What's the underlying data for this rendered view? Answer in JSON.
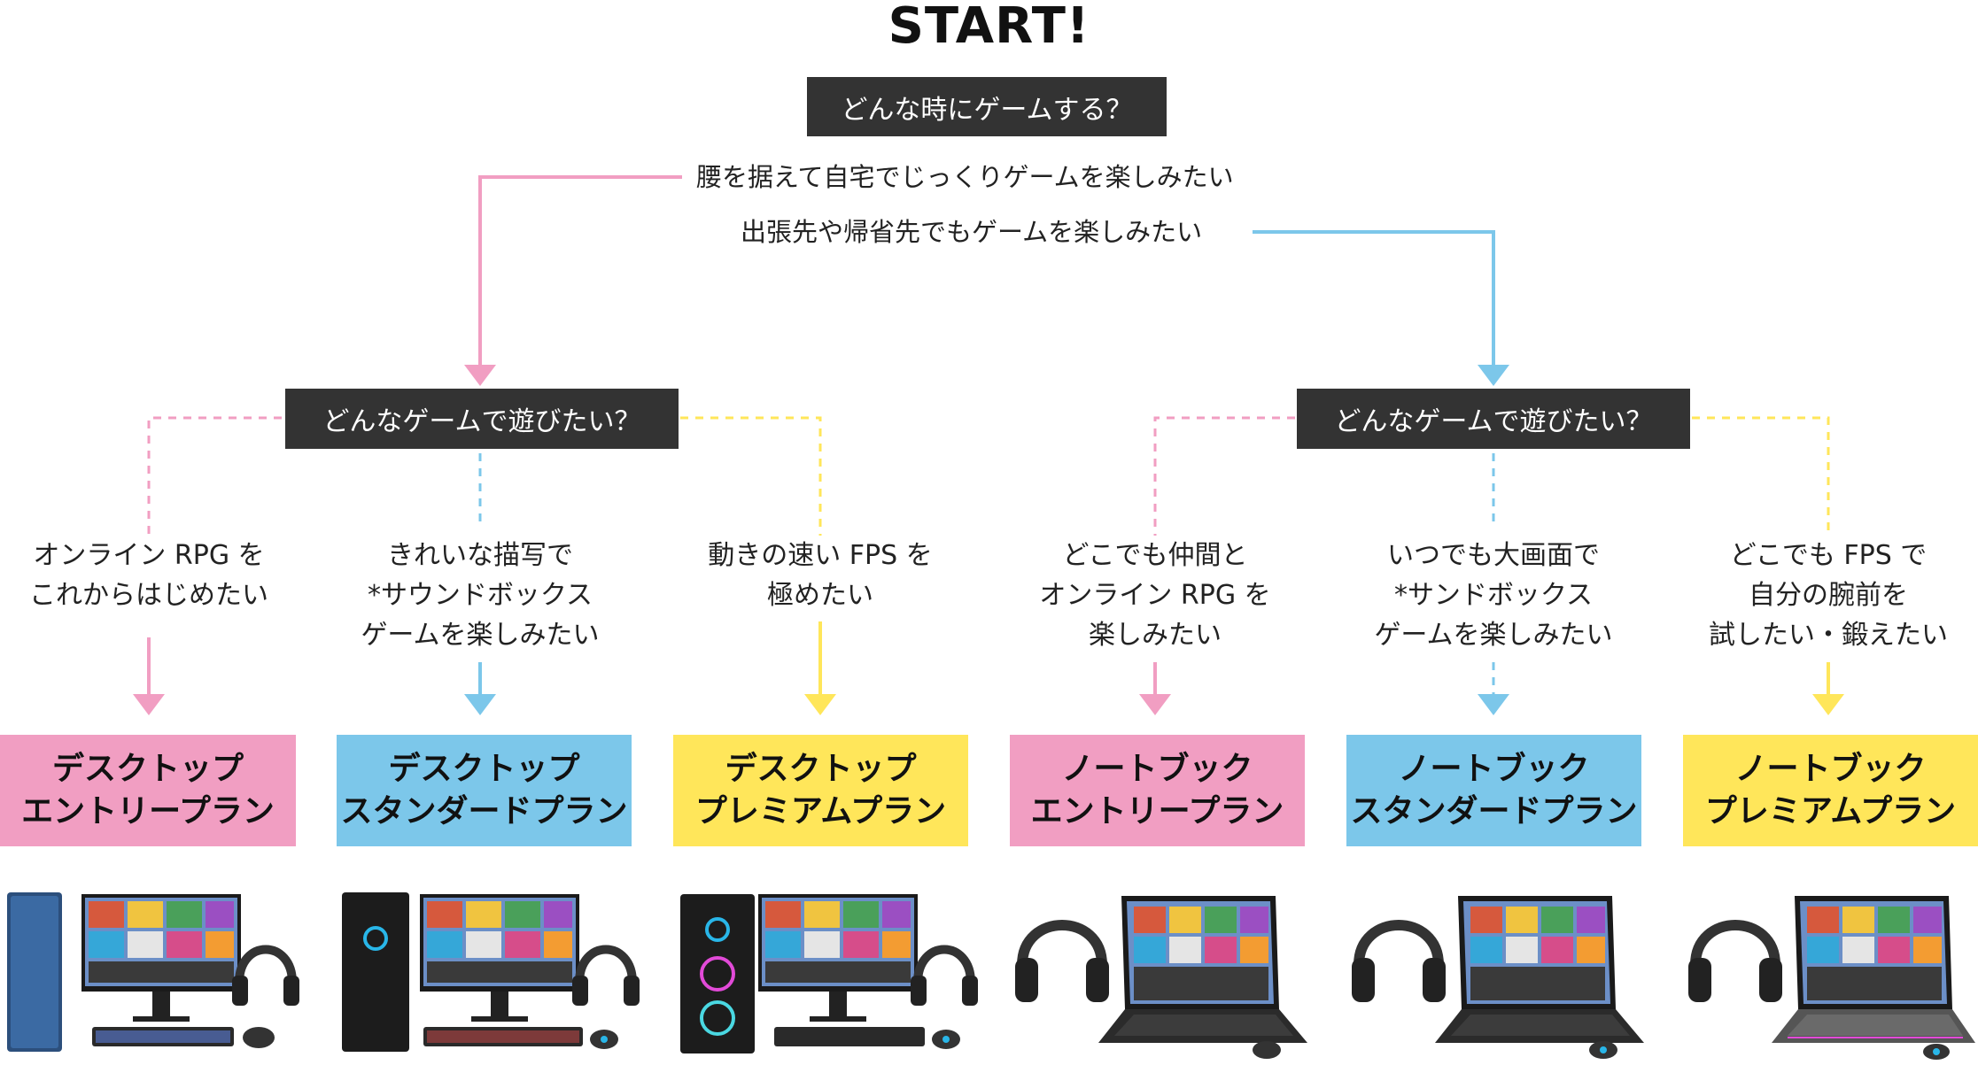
{
  "title": "START!",
  "question_top": "どんな時にゲームする？",
  "answers": {
    "home": "腰を据えて自宅でじっくりゲームを楽しみたい",
    "mobile": "出張先や帰省先でもゲームを楽しみたい"
  },
  "sub_questions": {
    "left": "どんなゲームで遊びたい？",
    "right": "どんなゲームで遊びたい？"
  },
  "conditions": [
    "オンライン RPG を\nこれからはじめたい",
    "きれいな描写で\n*サウンドボックス\nゲームを楽しみたい",
    "動きの速い FPS を\n極めたい",
    "どこでも仲間と\nオンライン RPG を\n楽しみたい",
    "いつでも大画面で\n*サンドボックス\nゲームを楽しみたい",
    "どこでも FPS で\n自分の腕前を\n試したい・鍛えたい"
  ],
  "plans": [
    {
      "line1": "デスクトップ",
      "line2": "エントリープラン"
    },
    {
      "line1": "デスクトップ",
      "line2": "スタンダードプラン"
    },
    {
      "line1": "デスクトップ",
      "line2": "プレミアムプラン"
    },
    {
      "line1": "ノートブック",
      "line2": "エントリープラン"
    },
    {
      "line1": "ノートブック",
      "line2": "スタンダードプラン"
    },
    {
      "line1": "ノートブック",
      "line2": "プレミアムプラン"
    }
  ],
  "colors": {
    "pink": "#F19EC2",
    "blue": "#7CC7EA",
    "yellow": "#FFE65A",
    "dark": "#333333"
  },
  "products": [
    "desktop-tower-blue",
    "desktop-tower-black",
    "desktop-tower-rgb",
    "laptop",
    "laptop",
    "laptop"
  ]
}
